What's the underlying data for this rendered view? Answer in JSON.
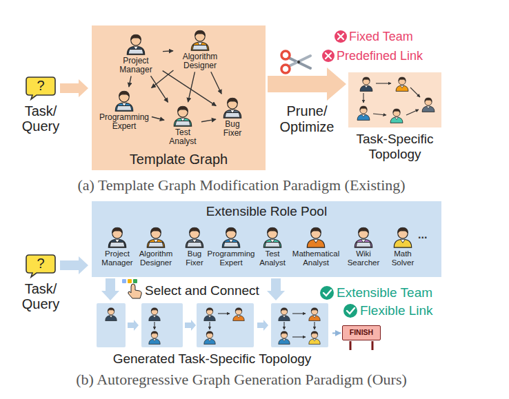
{
  "diagram": {
    "nodes": [
      {
        "text": [
          "?",
          "Task/ Query"
        ]
      },
      {
        "text": [
          "Template Graph"
        ]
      },
      {
        "text": [
          "Project Manager"
        ],
        "in": 1
      },
      {
        "text": [
          "Algorithm Designer"
        ],
        "in": 1
      },
      {
        "text": [
          "Programming Expert"
        ],
        "in": 1
      },
      {
        "text": [
          "Test Analyst"
        ],
        "in": 1
      },
      {
        "text": [
          "Bug Fixer"
        ],
        "in": 1
      },
      {
        "text": [
          "Task-Specific Topology"
        ]
      },
      {
        "text": [
          "?",
          "Task/ Query"
        ]
      },
      {
        "text": [
          "Extensible Role Pool"
        ]
      },
      {
        "text": [
          "Project Manager"
        ],
        "in": 9
      },
      {
        "text": [
          "Algorithm Designer"
        ],
        "in": 9
      },
      {
        "text": [
          "Bug Fixer"
        ],
        "in": 9
      },
      {
        "text": [
          "Programming Expert"
        ],
        "in": 9
      },
      {
        "text": [
          "Test Analyst"
        ],
        "in": 9
      },
      {
        "text": [
          "Mathematical Analyst"
        ],
        "in": 9
      },
      {
        "text": [
          "Wiki Searcher"
        ],
        "in": 9
      },
      {
        "text": [
          "Math Solver"
        ],
        "in": 9
      },
      {
        "text": [
          "Generated Task-Specific Topology"
        ]
      },
      {
        "text": [
          "FINISH"
        ]
      }
    ],
    "edges": [
      {
        "from": 0,
        "to": 1,
        "arrow": "to"
      },
      {
        "from": 1,
        "to": 7,
        "label": "Prune/ Optimize",
        "arrow": "to"
      },
      {
        "from": 2,
        "to": 3,
        "arrow": "to"
      },
      {
        "from": 2,
        "to": 4,
        "arrow": "to"
      },
      {
        "from": 2,
        "to": 5,
        "arrow": "to"
      },
      {
        "from": 2,
        "to": 6,
        "arrow": "to"
      },
      {
        "from": 3,
        "to": 4,
        "arrow": "to"
      },
      {
        "from": 3,
        "to": 5,
        "arrow": "to"
      },
      {
        "from": 3,
        "to": 6,
        "arrow": "to"
      },
      {
        "from": 4,
        "to": 5,
        "arrow": "to"
      },
      {
        "from": 5,
        "to": 6,
        "arrow": "to"
      },
      {
        "from": 8,
        "to": 9,
        "arrow": "to"
      },
      {
        "from": 9,
        "to": 18,
        "arrow": "to"
      },
      {
        "from": 18,
        "to": 19,
        "arrow": "to"
      },
      {
        "from": 9,
        "to": 18,
        "arrow": "to"
      }
    ],
    "labels": [
      "Fixed Team",
      "Predefined Link",
      "(a) Template Graph Modification Paradigm (Existing)",
      "...",
      "Select and Connect",
      "Extensible Team",
      "Flexible Link",
      "(b) Autoregressive Graph Generation Paradigm (Ours)"
    ]
  }
}
